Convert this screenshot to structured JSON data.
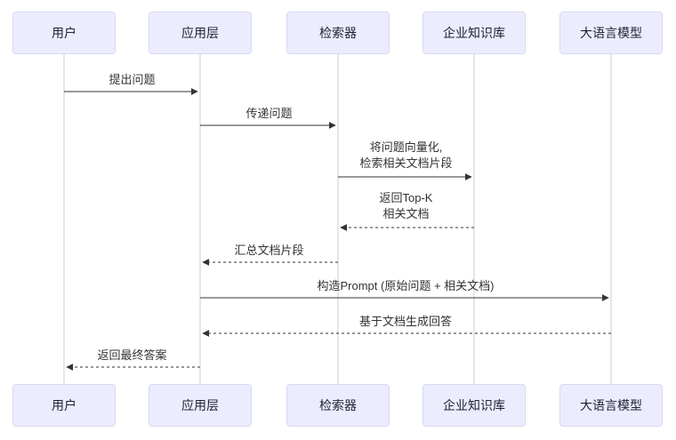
{
  "diagram": {
    "type": "sequence-diagram",
    "actors": [
      {
        "id": "user",
        "label": "用户"
      },
      {
        "id": "app-layer",
        "label": "应用层"
      },
      {
        "id": "retriever",
        "label": "检索器"
      },
      {
        "id": "knowledge-base",
        "label": "企业知识库"
      },
      {
        "id": "llm",
        "label": "大语言模型"
      }
    ],
    "messages": [
      {
        "from": "用户",
        "to": "应用层",
        "style": "solid",
        "direction": "right",
        "text": "提出问题"
      },
      {
        "from": "应用层",
        "to": "检索器",
        "style": "solid",
        "direction": "right",
        "text": "传递问题"
      },
      {
        "from": "检索器",
        "to": "企业知识库",
        "style": "solid",
        "direction": "right",
        "text": "将问题向量化,\n检索相关文档片段"
      },
      {
        "from": "企业知识库",
        "to": "检索器",
        "style": "dashed",
        "direction": "left",
        "text": "返回Top-K\n相关文档"
      },
      {
        "from": "检索器",
        "to": "应用层",
        "style": "dashed",
        "direction": "left",
        "text": "汇总文档片段"
      },
      {
        "from": "应用层",
        "to": "大语言模型",
        "style": "solid",
        "direction": "right",
        "text": "构造Prompt (原始问题 + 相关文档)"
      },
      {
        "from": "大语言模型",
        "to": "应用层",
        "style": "dashed",
        "direction": "left",
        "text": "基于文档生成回答"
      },
      {
        "from": "应用层",
        "to": "用户",
        "style": "dashed",
        "direction": "left",
        "text": "返回最终答案"
      }
    ],
    "colors": {
      "actor_fill": "#ECECFF",
      "actor_border": "#D9D9F2",
      "lifeline": "#CBCBE0",
      "message_line": "#333333",
      "text": "#333333",
      "background": "#FFFFFF"
    }
  }
}
